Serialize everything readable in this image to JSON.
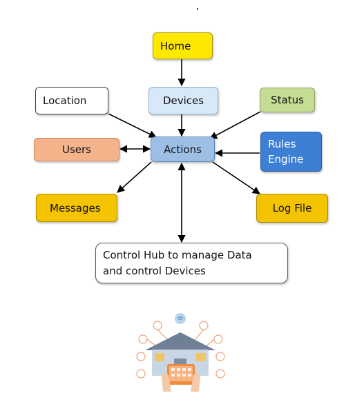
{
  "nodes": {
    "home": "Home",
    "devices": "Devices",
    "location": "Location",
    "status": "Status",
    "actions": "Actions",
    "users": "Users",
    "rules_engine": [
      "Rules",
      "Engine"
    ],
    "messages": "Messages",
    "log_file": "Log File",
    "control_hub": [
      "Control Hub to manage Data",
      "and control Devices"
    ]
  },
  "colors": {
    "yellow": "#ffe800",
    "gold": "#f5c400",
    "light_blue": "#d7e8f8",
    "actions_blue": "#9dbfe6",
    "green": "#c5dc94",
    "orange": "#f5b38b",
    "rules_blue": "#3e7fd6",
    "white": "#ffffff"
  },
  "illustration": "smart-home-illustration"
}
